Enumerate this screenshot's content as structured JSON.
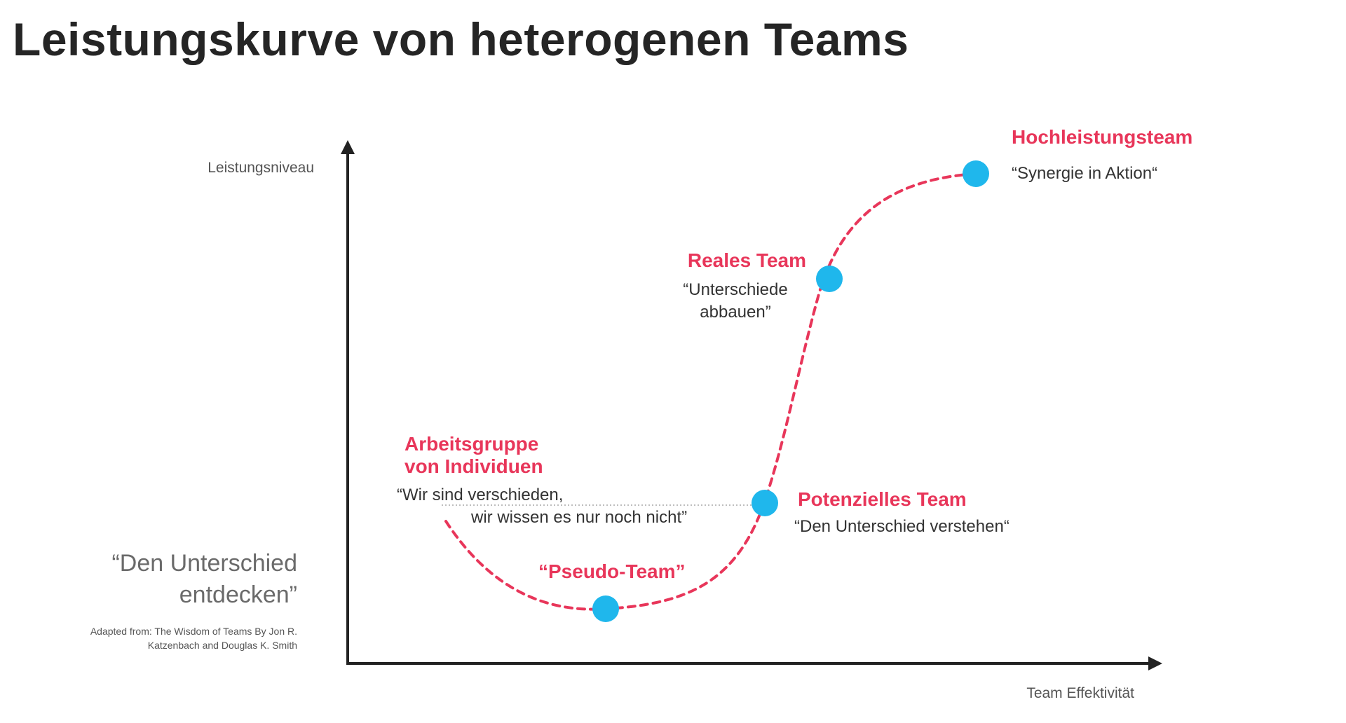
{
  "title": "Leistungskurve von heterogenen Teams",
  "axes": {
    "y_label": "Leistungsniveau",
    "x_label": "Team Effektivität"
  },
  "left_quote": {
    "line1": "“Den Unterschied",
    "line2": "entdecken”"
  },
  "source": {
    "line1": "Adapted from: The Wisdom of Teams By Jon R.",
    "line2": "Katzenbach and Douglas K. Smith"
  },
  "stages": {
    "arbeitsgruppe": {
      "title_line1": "Arbeitsgruppe",
      "title_line2": "von Individuen",
      "quote_line1": "“Wir sind verschieden,",
      "quote_line2": "wir wissen es nur noch nicht”"
    },
    "pseudo_team": {
      "title": "“Pseudo-Team”"
    },
    "potenzielles_team": {
      "title": "Potenzielles Team",
      "quote": "“Den Unterschied verstehen“"
    },
    "reales_team": {
      "title": "Reales Team",
      "quote_line1": "“Unterschiede",
      "quote_line2": "abbauen”"
    },
    "hochleistungsteam": {
      "title": "Hochleistungsteam",
      "quote": "“Synergie in Aktion“"
    }
  },
  "colors": {
    "accent": "#e8365a",
    "milestone": "#1fb7ec",
    "axis": "#222222"
  }
}
